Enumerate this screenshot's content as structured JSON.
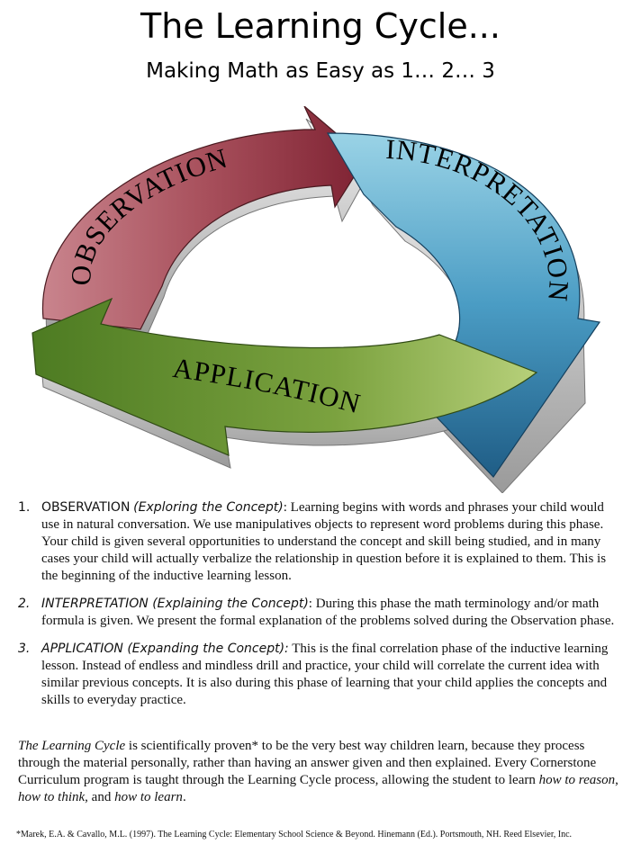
{
  "header": {
    "title": "The Learning Cycle...",
    "subtitle": "Making Math as Easy as 1… 2… 3"
  },
  "diagram": {
    "observation_label": "OBSERVATION",
    "interpretation_label": "INTERPRETATION",
    "application_label": "APPLICATION",
    "colors": {
      "observation": "#8e2f3a",
      "interpretation": "#2d83a8",
      "application": "#5f8a2a"
    }
  },
  "items": [
    {
      "number": "1.",
      "term": "OBSERVATION",
      "qualifier": "(Exploring the Concept)",
      "text": ": Learning begins with words and phrases your child would use in natural conversation. We use manipulatives objects to represent word problems during this phase. Your child is given several opportunities to understand the concept and skill being studied, and in many cases your child will actually verbalize the relationship in question before it is explained to them. This is the beginning of the inductive learning lesson."
    },
    {
      "number": "2.",
      "term": "INTERPRETATION (Explaining the Concept)",
      "qualifier": "",
      "text": ": During this phase the math terminology and/or math formula is given. We present the formal explanation of the problems solved during the Observation phase."
    },
    {
      "number": "3.",
      "term": "APPLICATION (Expanding the Concept):",
      "qualifier": "",
      "text": " This is the final correlation phase of the inductive learning lesson. Instead of endless and mindless drill and practice, your child will correlate the current idea with similar previous concepts. It is also during this phase of learning that your child applies the concepts and skills to everyday practice."
    }
  ],
  "summary": {
    "lead_italic": "The Learning Cycle",
    "text_1": " is scientifically proven* to be the very best way children learn, because they process through the material personally, rather than having an answer given and then explained. Every Cornerstone Curriculum program is taught through the Learning Cycle process, allowing the student to learn ",
    "em_1": "how to reason",
    "sep_1": ", ",
    "em_2": "how to think",
    "sep_2": ", and ",
    "em_3": "how to learn",
    "end": "."
  },
  "footnote": "*Marek, E.A. & Cavallo, M.L. (1997). The Learning Cycle: Elementary School Science & Beyond. Hinemann (Ed.). Portsmouth, NH. Reed Elsevier, Inc."
}
